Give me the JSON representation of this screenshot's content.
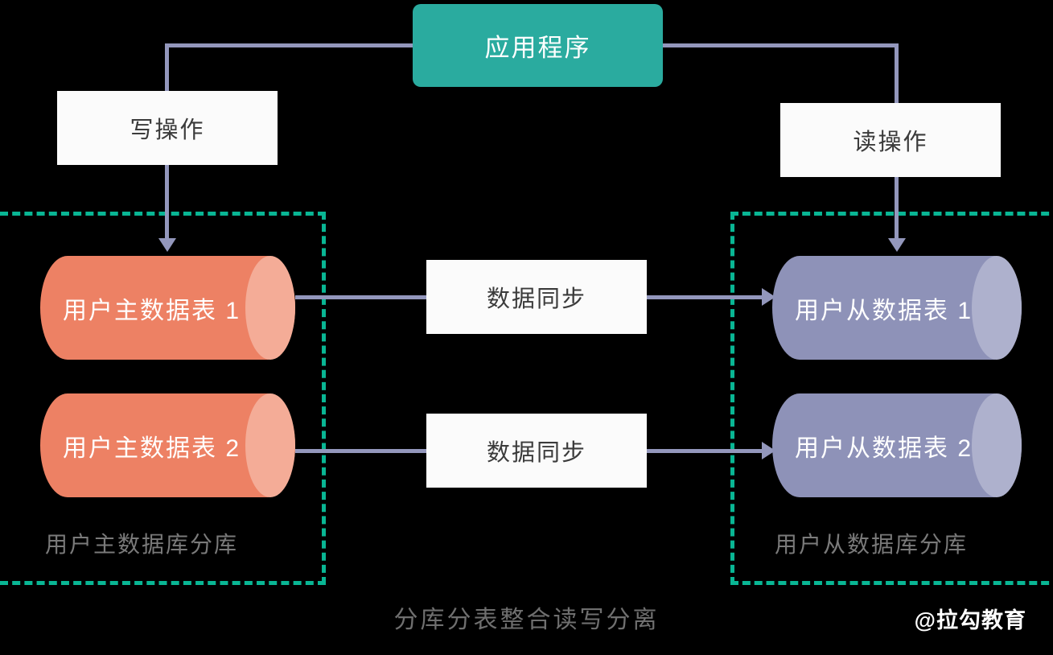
{
  "diagram": {
    "title": "分库分表整合读写分离",
    "watermark": "@拉勾教育",
    "colors": {
      "background": "#000000",
      "app_box": "#2AAB9F",
      "connector": "#9397BC",
      "dashed_frame": "#09B694",
      "master_cylinder": "#ED8164",
      "master_cylinder_cap": "#F4AC97",
      "slave_cylinder": "#8E92B8",
      "slave_cylinder_cap": "#AEB1CD",
      "white_box": "#FBFBFB",
      "white_box_text": "#3B3B3B",
      "caption_text": "#7A7A7A"
    }
  },
  "app": {
    "label": "应用程序"
  },
  "operations": {
    "write": "写操作",
    "read": "读操作"
  },
  "sync": {
    "label_1": "数据同步",
    "label_2": "数据同步"
  },
  "groups": {
    "left": {
      "caption": "用户主数据库分库",
      "nodes": [
        {
          "label": "用户主数据表 1"
        },
        {
          "label": "用户主数据表 2"
        }
      ]
    },
    "right": {
      "caption": "用户从数据库分库",
      "nodes": [
        {
          "label": "用户从数据表 1"
        },
        {
          "label": "用户从数据表 2"
        }
      ]
    }
  }
}
